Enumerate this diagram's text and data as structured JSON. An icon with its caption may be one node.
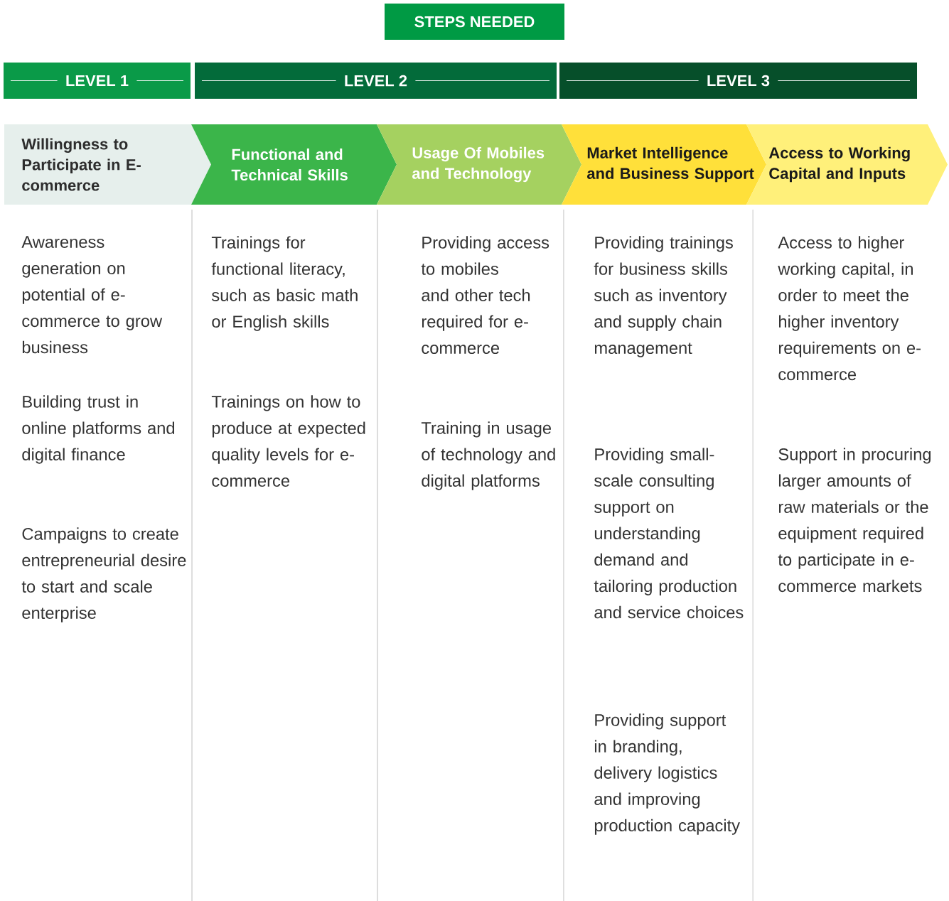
{
  "diagram": {
    "nodes": [
      {
        "text": [
          "STEPS NEEDED"
        ]
      },
      {
        "text": [
          "LEVEL 1"
        ]
      },
      {
        "text": [
          "LEVEL 2"
        ]
      },
      {
        "text": [
          "LEVEL 3"
        ]
      },
      {
        "text": [
          "Willingness to Participate in E-commerce"
        ]
      },
      {
        "text": [
          "Functional and Technical Skills"
        ]
      },
      {
        "text": [
          "Usage Of Mobiles and Technology"
        ]
      },
      {
        "text": [
          "Market Intelligence and Business Support"
        ]
      },
      {
        "text": [
          "Access to Working Capital and Inputs"
        ]
      }
    ],
    "edges": [],
    "labels": [
      "Awareness generation on potential of e-commerce to grow business",
      "Building trust in online platforms and digital finance",
      "Campaigns to create entrepreneurial desire to start and scale enterprise",
      "Trainings for functional literacy, such as basic math or English skills",
      "Trainings on how to produce at expected quality levels for e-commerce",
      "Providing access to mobiles and other tech required for e-commerce",
      "Training in usage of technology and digital platforms",
      "Providing trainings for business skills such as inventory and supply chain management",
      "Providing small-scale consulting support on understanding demand and tailoring production and service choices",
      "Providing support in branding, delivery logistics and improving production capacity",
      "Access to higher working capital, in order to meet the higher inventory requirements on e-commerce",
      "Support in procuring larger amounts of raw materials or the equipment required to participate in e-commerce markets"
    ]
  }
}
